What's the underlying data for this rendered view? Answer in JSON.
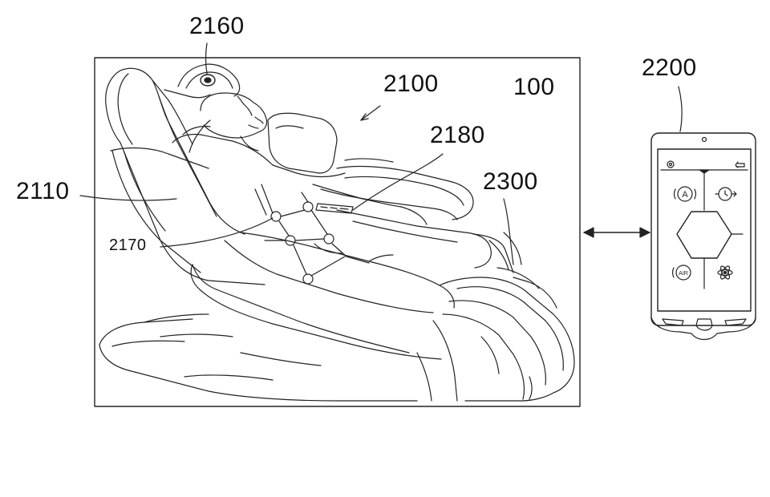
{
  "figure": {
    "reference_numerals": {
      "headrest_sensor": "2160",
      "massage_chair": "2100",
      "system": "100",
      "control_unit": "2180",
      "leg_part": "2300",
      "body_frame": "2110",
      "massage_module": "2170",
      "mobile_terminal": "2200"
    }
  },
  "phone_screen": {
    "icons": [
      "gear-icon",
      "back-arrow-icon",
      "auto-mode-icon",
      "timer-icon",
      "air-mode-icon",
      "atom-icon",
      "hexagon-control"
    ],
    "auto_badge": "A",
    "air_badge": "AIR"
  },
  "colors": {
    "line": "#222222",
    "background": "#ffffff"
  }
}
